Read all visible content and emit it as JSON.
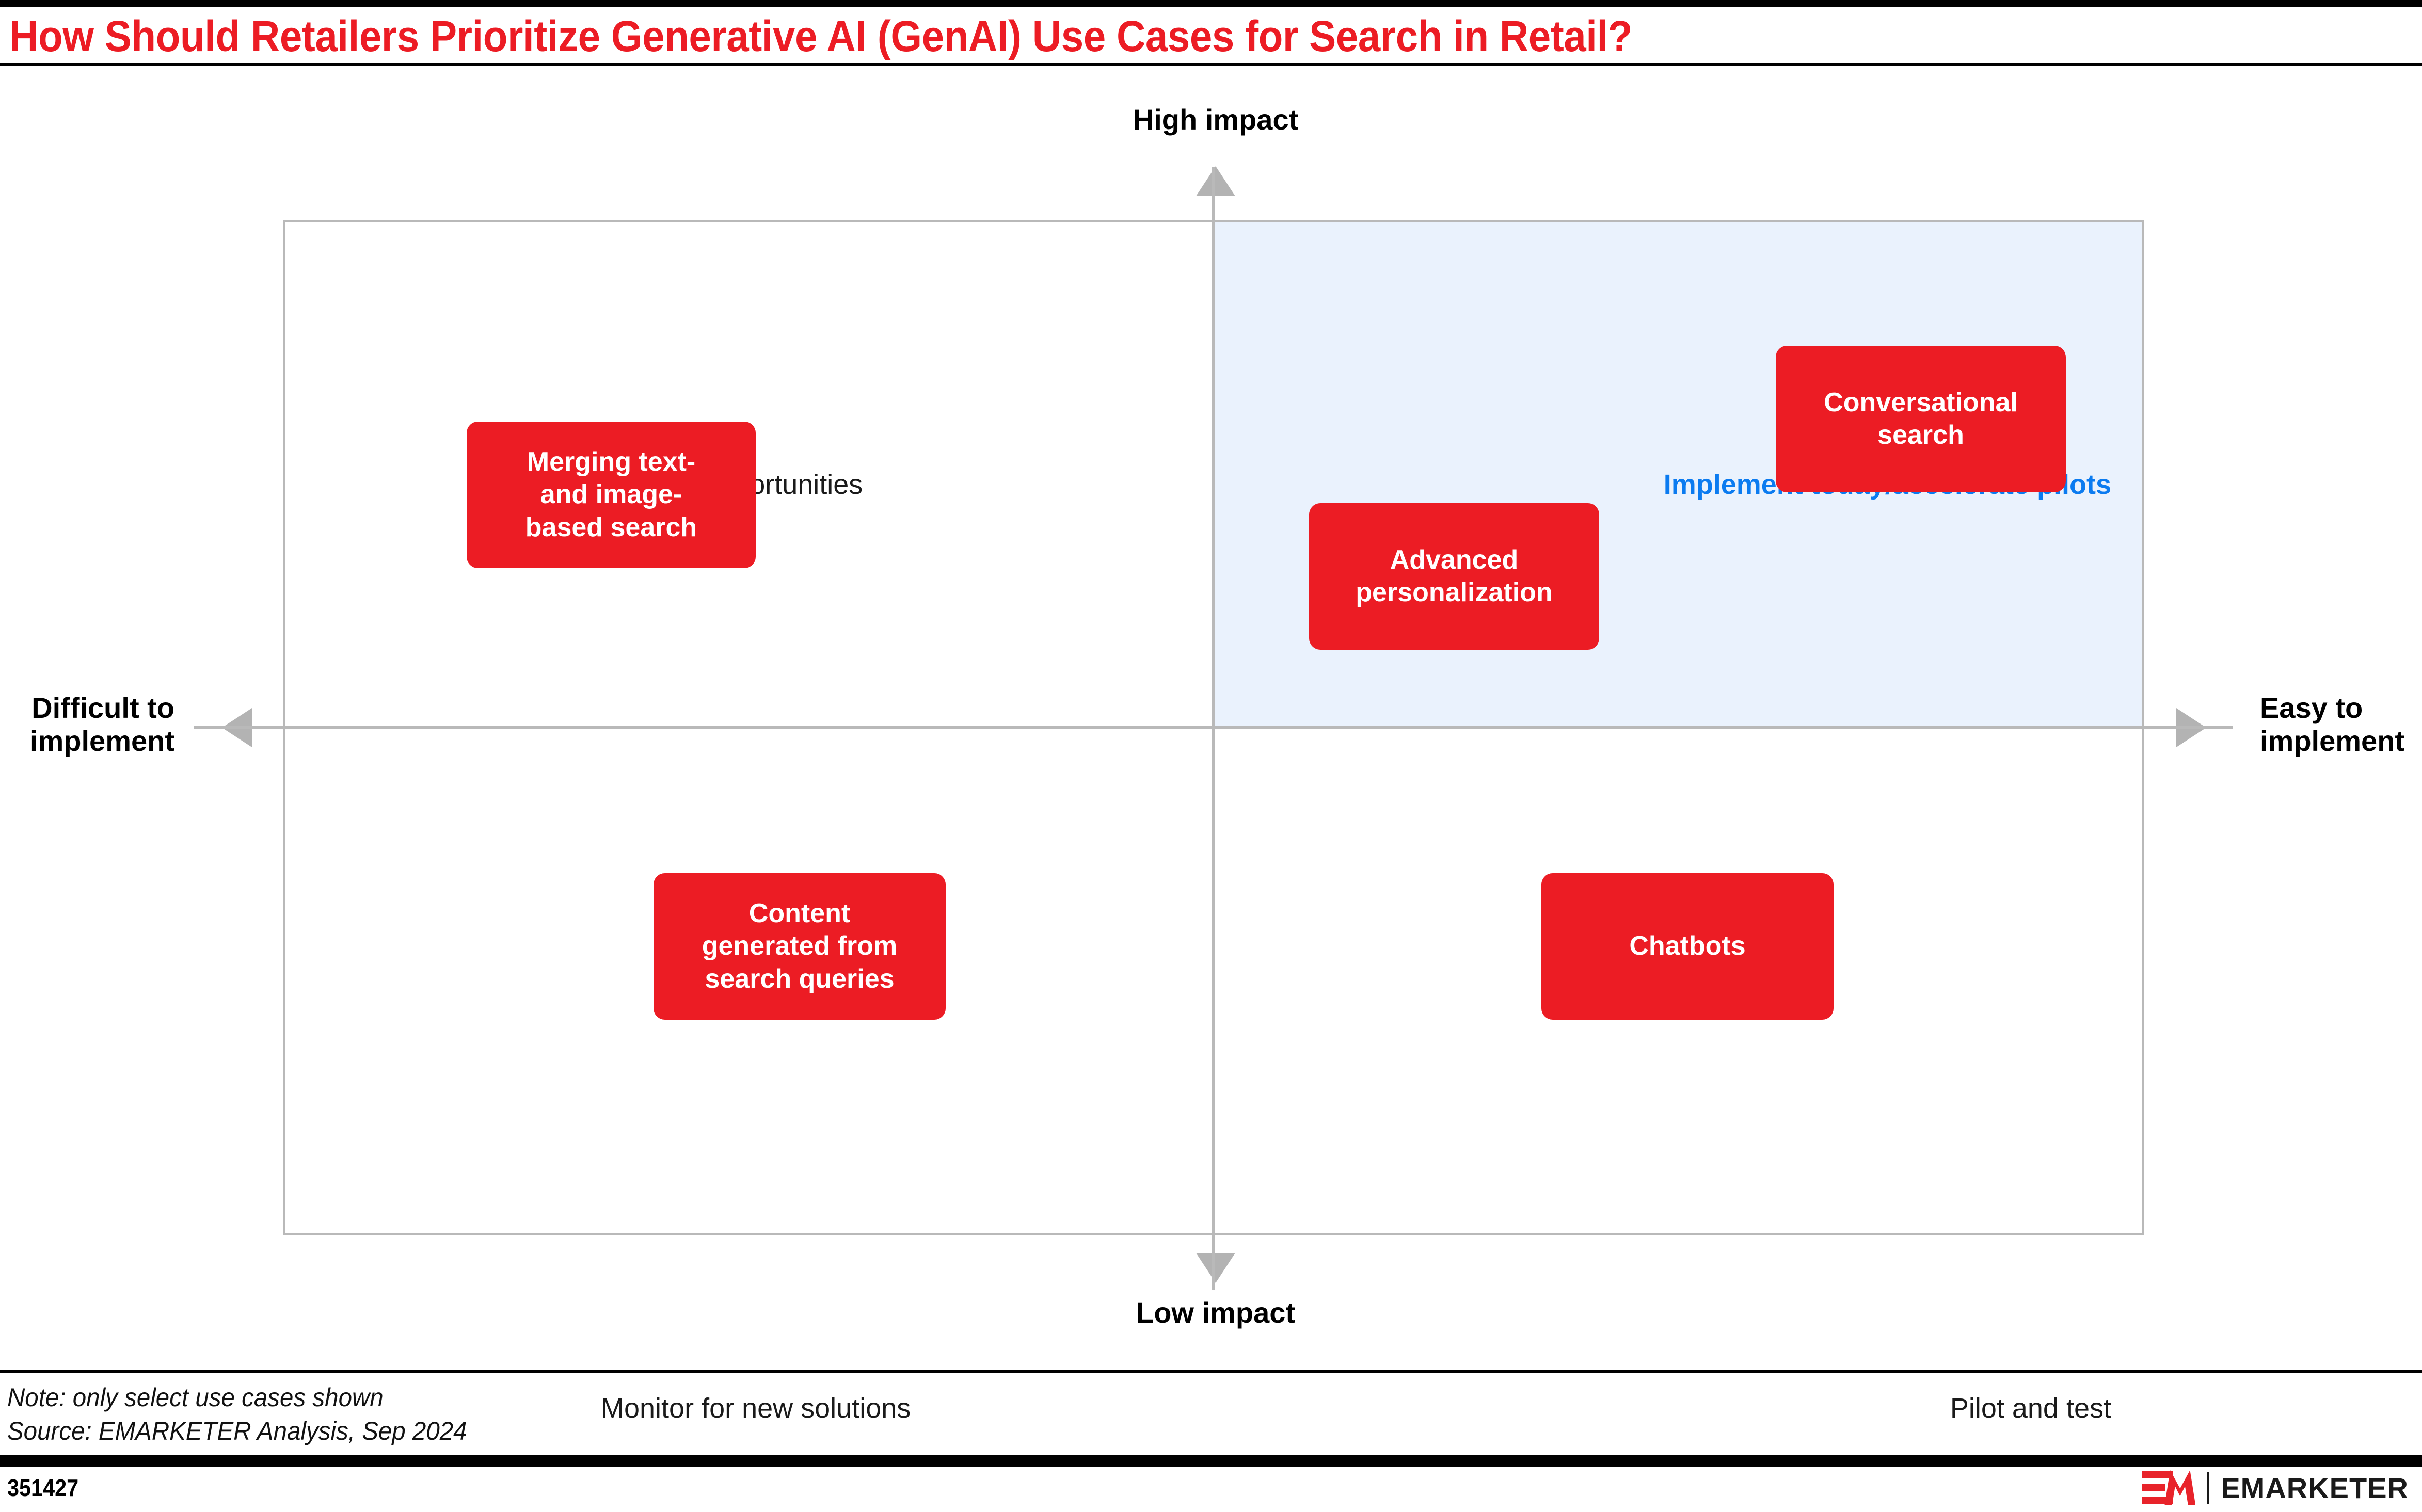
{
  "header": {
    "title": "How Should Retailers Prioritize Generative AI (GenAI) Use Cases for Search in Retail?"
  },
  "axes": {
    "top_label": "High impact",
    "bottom_label": "Low impact",
    "left_label": "Difficult to\nimplement",
    "right_label": "Easy to\nimplement"
  },
  "quadrants": {
    "top_left": "Explore opportunities",
    "top_right": "Implement today/accelerate pilots",
    "bottom_left": "Monitor for new solutions",
    "bottom_right": "Pilot and test"
  },
  "nodes": [
    {
      "label": "Merging text-\nand image-\nbased search"
    },
    {
      "label": "Conversational\nsearch"
    },
    {
      "label": "Advanced\npersonalization"
    },
    {
      "label": "Content\ngenerated from\nsearch queries"
    },
    {
      "label": "Chatbots"
    }
  ],
  "footer": {
    "note": "Note: only select use cases shown\nSource: EMARKETER Analysis, Sep 2024",
    "chart_id": "351427",
    "brand": "EMARKETER"
  },
  "colors": {
    "brand_red": "#ec1c24",
    "accent_blue": "#0b7bf0",
    "quadrant_highlight": "#eaf2fd",
    "axis_gray": "#b9b9b9"
  },
  "chart_data": {
    "type": "scatter",
    "title": "How Should Retailers Prioritize Generative AI (GenAI) Use Cases for Search in Retail?",
    "xlabel": "Ease of implementation (Difficult to implement → Easy to implement)",
    "ylabel": "Impact (Low impact → High impact)",
    "xlim": [
      0,
      100
    ],
    "ylim": [
      0,
      100
    ],
    "grid": false,
    "legend": "none",
    "quadrant_names": [
      "Explore opportunities",
      "Implement today/accelerate pilots",
      "Monitor for new solutions",
      "Pilot and test"
    ],
    "highlighted_quadrant": "Implement today/accelerate pilots",
    "points": [
      {
        "label": "Merging text- and image-based search",
        "x": 24,
        "y": 75,
        "quadrant": "Explore opportunities"
      },
      {
        "label": "Conversational search",
        "x": 89,
        "y": 86,
        "quadrant": "Implement today/accelerate pilots"
      },
      {
        "label": "Advanced personalization",
        "x": 63,
        "y": 71,
        "quadrant": "Implement today/accelerate pilots"
      },
      {
        "label": "Content generated from search queries",
        "x": 34,
        "y": 31,
        "quadrant": "Monitor for new solutions"
      },
      {
        "label": "Chatbots",
        "x": 71,
        "y": 31,
        "quadrant": "Pilot and test"
      }
    ],
    "annotations": [
      "only select use cases shown"
    ],
    "source": "EMARKETER Analysis, Sep 2024"
  }
}
